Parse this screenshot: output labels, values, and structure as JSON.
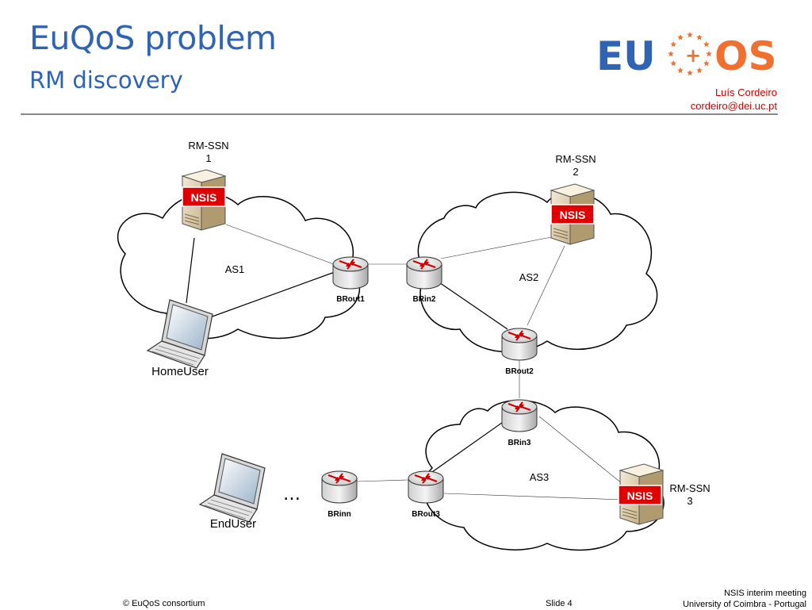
{
  "slide": {
    "title": "EuQoS problem",
    "subtitle": "RM discovery",
    "author_name": "Luís Cordeiro",
    "author_email": "cordeiro@dei.uc.pt",
    "footer_left": "© EuQoS consortium",
    "footer_slide": "Slide 4",
    "footer_right_line1": "NSIS interim meeting",
    "footer_right_line2": "University of Coimbra - Portugal"
  },
  "logo": {
    "text_left": "EU",
    "text_right": "OS",
    "left_color": "#2f63b3",
    "right_color": "#f07030"
  },
  "colors": {
    "title": "#2f63b3",
    "author": "#cc0000",
    "nsis_bg": "#e00000"
  },
  "diagram": {
    "clouds": {
      "as1": "AS1",
      "as2": "AS2",
      "as3": "AS3"
    },
    "servers": {
      "rmssn1": {
        "line1": "RM-SSN",
        "line2": "1",
        "badge": "NSIS"
      },
      "rmssn2": {
        "line1": "RM-SSN",
        "line2": "2",
        "badge": "NSIS"
      },
      "rmssn3": {
        "line1": "RM-SSN",
        "line2": "3",
        "badge": "NSIS"
      }
    },
    "routers": {
      "brout1": "BRout1",
      "brin2": "BRin2",
      "brout2": "BRout2",
      "brin3": "BRin3",
      "brout3": "BRout3",
      "brinn": "BRinn"
    },
    "devices": {
      "homeuser": "HomeUser",
      "enduser": "EndUser"
    },
    "ellipsis": "…"
  }
}
